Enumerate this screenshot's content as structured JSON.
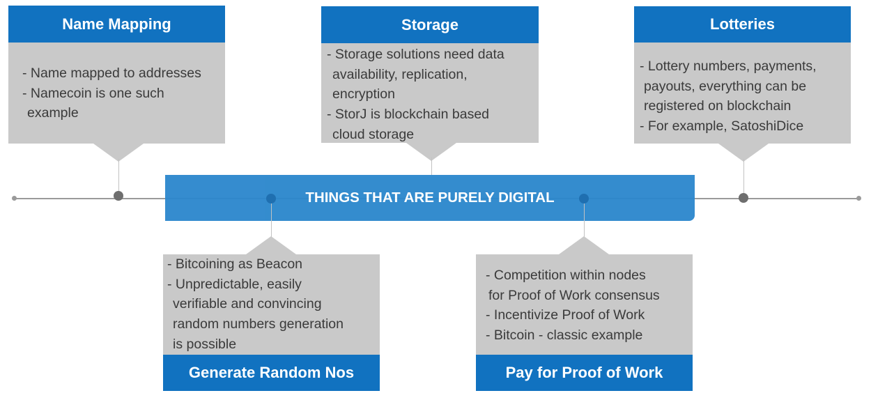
{
  "banner": {
    "title": "THINGS THAT ARE PURELY DIGITAL"
  },
  "cards": {
    "name_mapping": {
      "title": "Name Mapping",
      "lines": [
        "- Name mapped to addresses",
        "- Namecoin is one such",
        "  example"
      ]
    },
    "storage": {
      "title": "Storage",
      "lines": [
        "- Storage solutions need data",
        "  availability, replication,",
        "  encryption",
        "- StorJ is blockchain based",
        "  cloud storage"
      ]
    },
    "lotteries": {
      "title": "Lotteries",
      "lines": [
        "- Lottery numbers, payments,",
        "  payouts, everything can be",
        "  registered on blockchain",
        "- For example, SatoshiDice"
      ]
    },
    "random_nos": {
      "title": "Generate Random Nos",
      "lines": [
        "- Bitcoining as Beacon",
        "- Unpredictable, easily",
        "  verifiable and convincing",
        "  random numbers generation",
        "  is possible"
      ]
    },
    "proof_of_work": {
      "title": "Pay for Proof of Work",
      "lines": [
        "- Competition within nodes",
        "  for Proof of Work consensus",
        "- Incentivize Proof of Work",
        "- Bitcoin - classic example"
      ]
    }
  },
  "colors": {
    "header_blue": "#1172c0",
    "banner_blue": "#2a86cc",
    "card_gray": "#c9c9c9",
    "text_dark": "#3a3a3a"
  }
}
